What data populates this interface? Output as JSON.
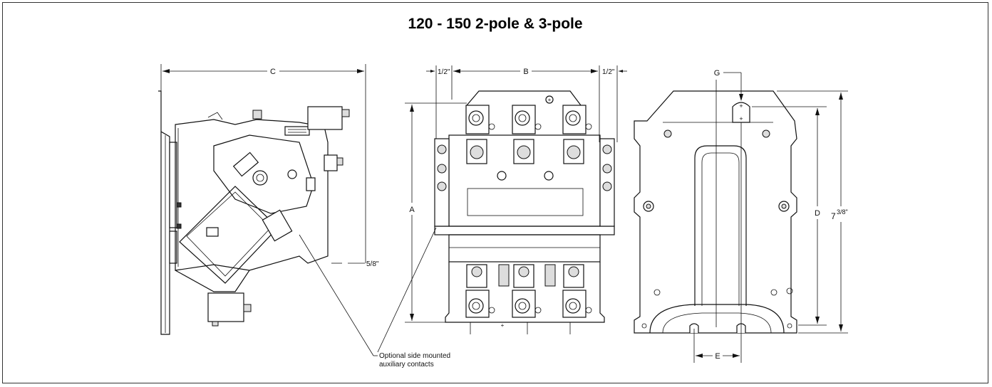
{
  "title": "120 - 150  2-pole & 3-pole",
  "labels": {
    "dim_c": "C",
    "dim_b": "B",
    "dim_a": "A",
    "dim_d": "D",
    "dim_e": "E",
    "dim_g": "G",
    "half_left": "1/2\"",
    "half_right": "1/2\"",
    "five_eighths": "5/8\"",
    "seven_whole": "7",
    "seven_frac": "3/8\"",
    "callout_line1": "Optional side mounted",
    "callout_line2": "auxiliary contacts"
  }
}
